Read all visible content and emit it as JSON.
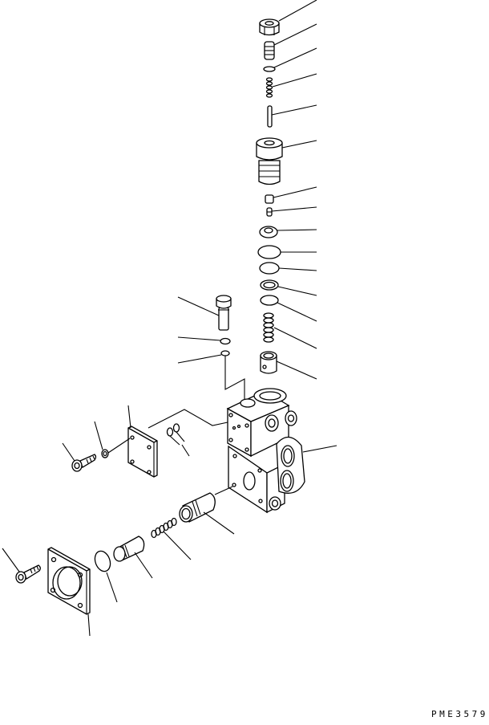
{
  "diagram": {
    "type": "exploded-parts-diagram",
    "subject": "hydraulic valve assembly",
    "drawing_code": "PME3579",
    "colors": {
      "line": "#000000",
      "background": "#ffffff"
    },
    "parts": [
      {
        "id": "p1",
        "name": "hex plug nut",
        "leader_end": [
          395,
          0
        ]
      },
      {
        "id": "p2",
        "name": "threaded adjuster",
        "leader_end": [
          395,
          30
        ]
      },
      {
        "id": "p3",
        "name": "o-ring",
        "leader_end": [
          395,
          60
        ]
      },
      {
        "id": "p4",
        "name": "spring",
        "leader_end": [
          395,
          92
        ]
      },
      {
        "id": "p5",
        "name": "pin",
        "leader_end": [
          395,
          131
        ]
      },
      {
        "id": "p6",
        "name": "relief valve cartridge",
        "leader_end": [
          395,
          175
        ]
      },
      {
        "id": "p7",
        "name": "poppet",
        "leader_end": [
          395,
          233
        ]
      },
      {
        "id": "p8",
        "name": "small spring",
        "leader_end": [
          395,
          258
        ]
      },
      {
        "id": "p9",
        "name": "seat",
        "leader_end": [
          395,
          286
        ]
      },
      {
        "id": "p10",
        "name": "o-ring",
        "leader_end": [
          395,
          314
        ]
      },
      {
        "id": "p11",
        "name": "o-ring",
        "leader_end": [
          395,
          337
        ]
      },
      {
        "id": "p12",
        "name": "backup ring",
        "leader_end": [
          395,
          368
        ]
      },
      {
        "id": "p13",
        "name": "o-ring",
        "leader_end": [
          395,
          400
        ]
      },
      {
        "id": "p14",
        "name": "spring",
        "leader_end": [
          395,
          434
        ]
      },
      {
        "id": "p15",
        "name": "sleeve",
        "leader_end": [
          395,
          472
        ]
      },
      {
        "id": "p16",
        "name": "plug",
        "leader_end": [
          222,
          370
        ]
      },
      {
        "id": "p17",
        "name": "o-ring",
        "leader_end": [
          222,
          420
        ]
      },
      {
        "id": "p18",
        "name": "o-ring",
        "leader_end": [
          222,
          452
        ]
      },
      {
        "id": "p19",
        "name": "valve body",
        "leader_end": [
          420,
          555
        ]
      },
      {
        "id": "p20",
        "name": "cover plate",
        "leader_end": [
          160,
          505
        ]
      },
      {
        "id": "p21",
        "name": "washer",
        "leader_end": [
          118,
          525
        ]
      },
      {
        "id": "p22",
        "name": "bolt",
        "leader_end": [
          78,
          552
        ]
      },
      {
        "id": "p23",
        "name": "o-ring pair",
        "leader_end": [
          236,
          568
        ]
      },
      {
        "id": "p24",
        "name": "spool sleeve",
        "leader_end": [
          292,
          665
        ]
      },
      {
        "id": "p25",
        "name": "spring",
        "leader_end": [
          238,
          697
        ]
      },
      {
        "id": "p26",
        "name": "spool",
        "leader_end": [
          190,
          720
        ]
      },
      {
        "id": "p27",
        "name": "o-ring",
        "leader_end": [
          146,
          750
        ]
      },
      {
        "id": "p28",
        "name": "end cover",
        "leader_end": [
          112,
          792
        ]
      },
      {
        "id": "p29",
        "name": "bolt",
        "leader_end": [
          3,
          683
        ]
      }
    ]
  }
}
